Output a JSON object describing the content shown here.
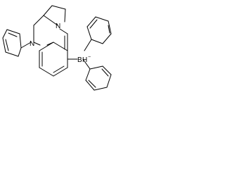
{
  "molecule": {
    "atoms": [
      {
        "id": "n_top",
        "label": "N"
      },
      {
        "id": "n_left",
        "label": "N"
      },
      {
        "id": "b",
        "label": "B"
      },
      {
        "id": "h",
        "label": "H"
      },
      {
        "id": "charge",
        "label": "−"
      }
    ]
  }
}
